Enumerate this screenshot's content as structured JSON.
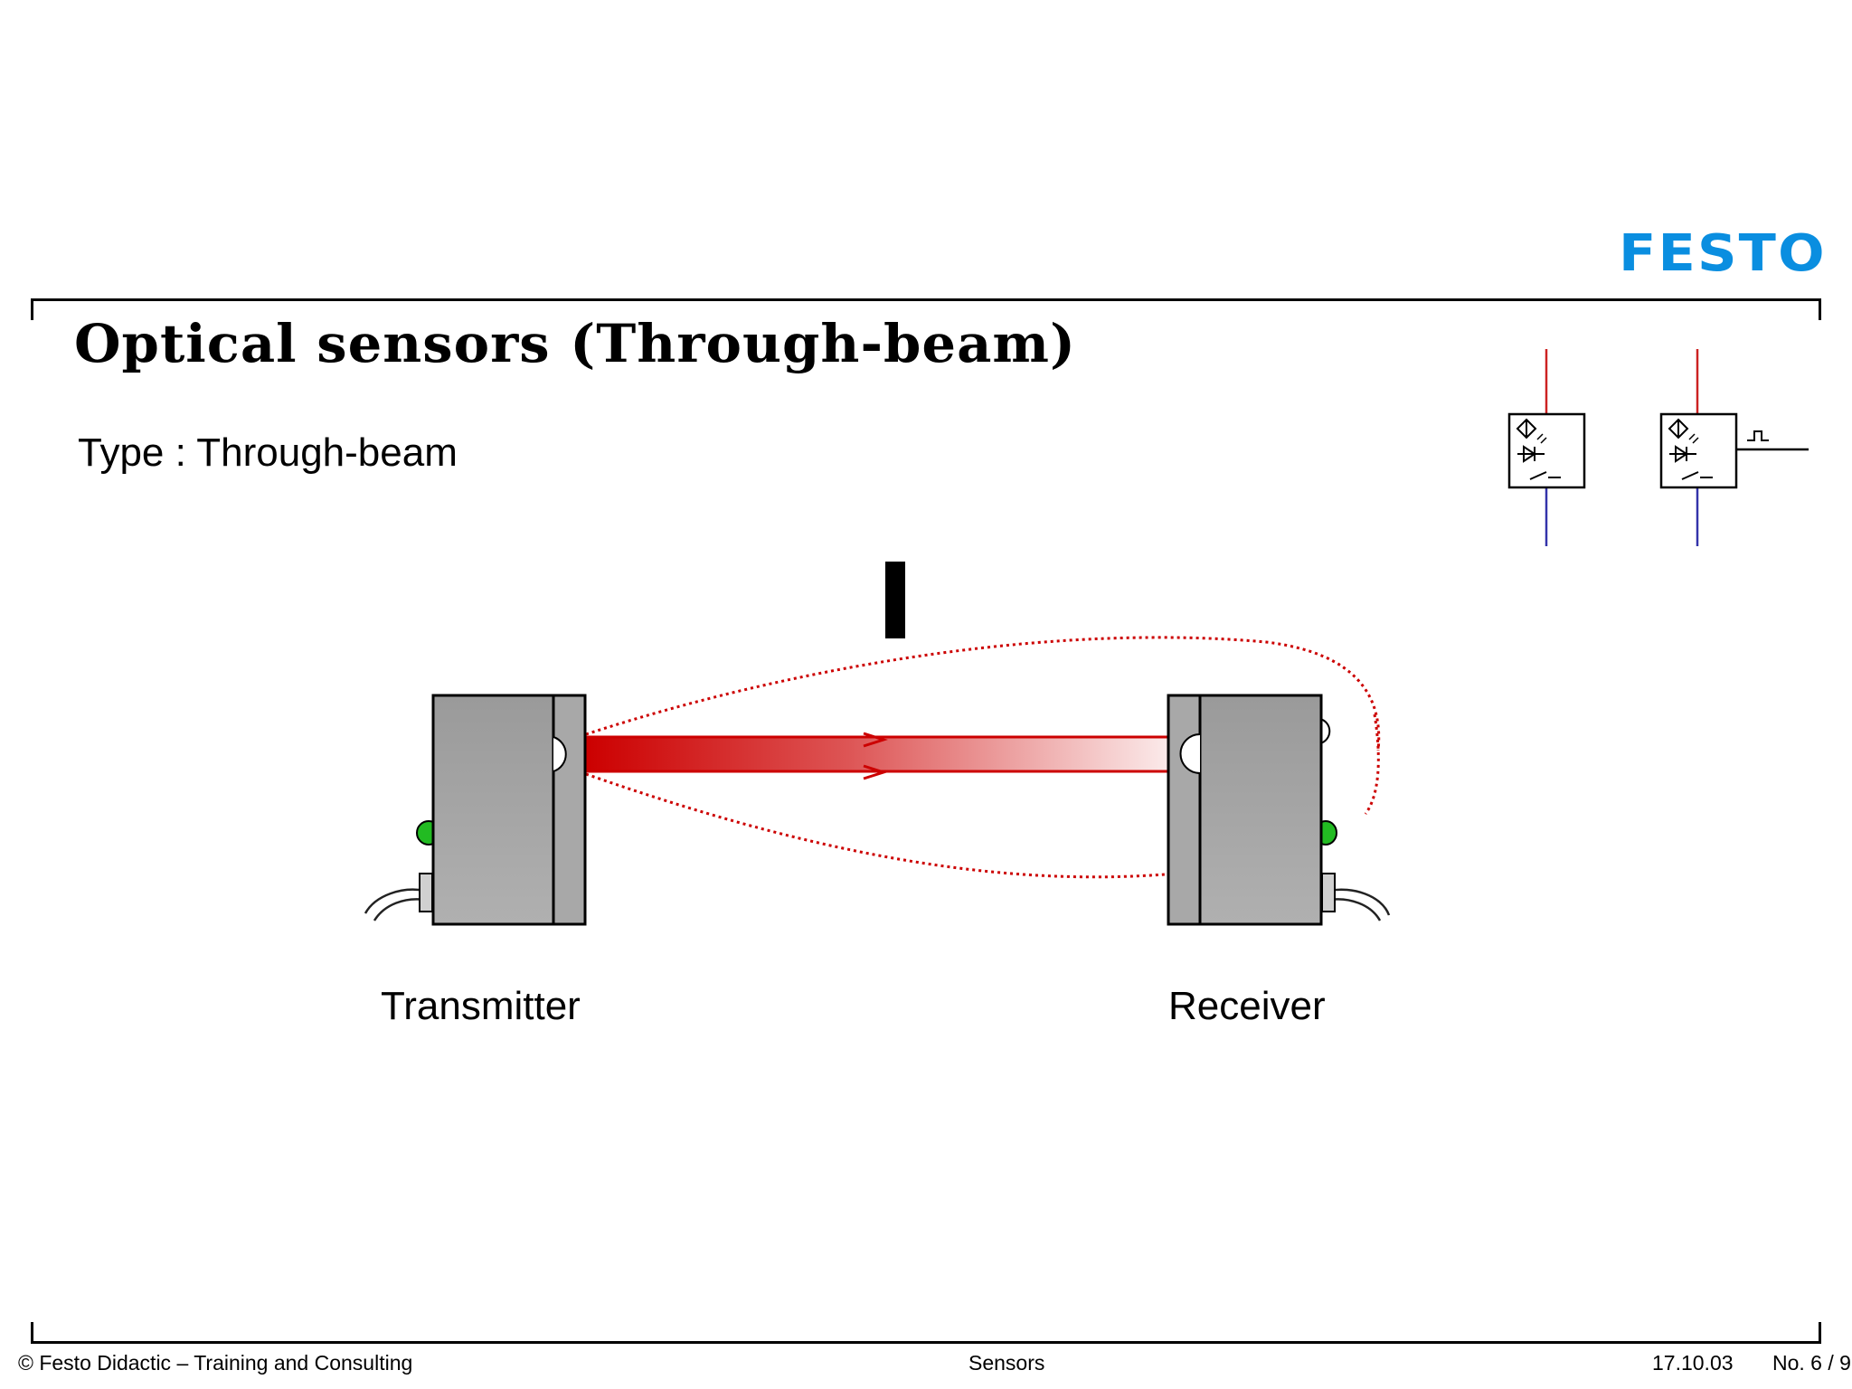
{
  "logo": {
    "text": "FESTO",
    "color": "#0a8ee0"
  },
  "slide": {
    "title": "Optical sensors (Through-beam)",
    "subtitle": "Type : Through-beam"
  },
  "diagram": {
    "transmitter_label": "Transmitter",
    "receiver_label": "Receiver",
    "beam_color": "#cc0000",
    "led_color": "#22bb22",
    "housing_color": "#a0a0a0"
  },
  "symbols": {
    "wire_top_color": "#cc2222",
    "wire_bottom_color": "#3333aa"
  },
  "footer": {
    "left": "© Festo Didactic – Training and Consulting",
    "center": "Sensors",
    "date": "17.10.03",
    "page": "No. 6 / 9"
  }
}
